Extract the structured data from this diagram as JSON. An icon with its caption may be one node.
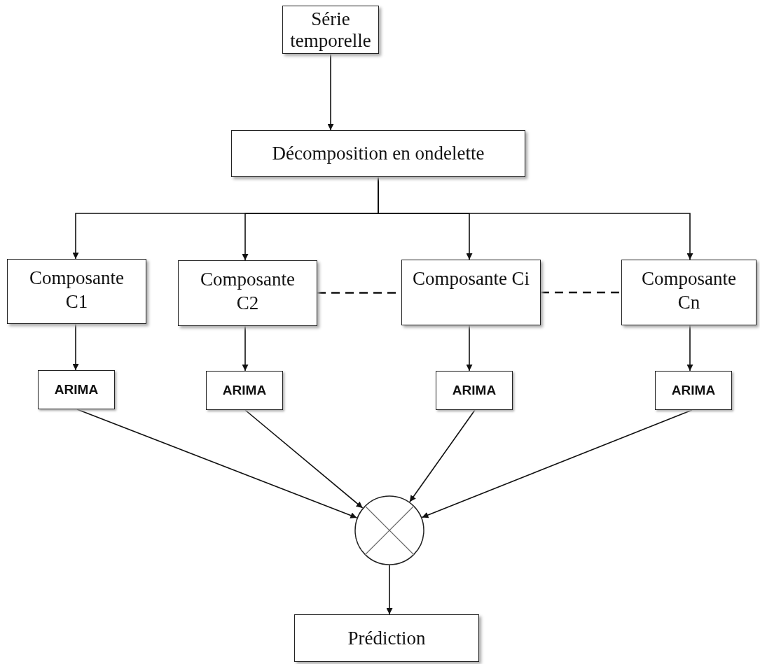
{
  "diagram": {
    "nodes": [
      {
        "text": [
          "Série temporelle"
        ]
      },
      {
        "text": [
          "Décomposition en ondelette"
        ]
      },
      {
        "text": [
          "Composante C1"
        ]
      },
      {
        "text": [
          "Composante C2"
        ]
      },
      {
        "text": [
          "Composante Ci"
        ]
      },
      {
        "text": [
          "Composante Cn"
        ]
      },
      {
        "text": [
          "ARIMA"
        ]
      },
      {
        "text": [
          "ARIMA"
        ]
      },
      {
        "text": [
          "ARIMA"
        ]
      },
      {
        "text": [
          "ARIMA"
        ]
      },
      {
        "text": [],
        "shape": "circle"
      },
      {
        "text": [
          "Prédiction"
        ]
      }
    ],
    "edges": [
      {
        "from": 0,
        "to": 1,
        "arrow": "to"
      },
      {
        "from": 1,
        "to": 2,
        "arrow": "to"
      },
      {
        "from": 1,
        "to": 3,
        "arrow": "to"
      },
      {
        "from": 1,
        "to": 4,
        "arrow": "to"
      },
      {
        "from": 1,
        "to": 5,
        "arrow": "to"
      },
      {
        "from": 3,
        "to": 4,
        "arrow": "none",
        "style": "dashed"
      },
      {
        "from": 4,
        "to": 5,
        "arrow": "none",
        "style": "dashed"
      },
      {
        "from": 2,
        "to": 6,
        "arrow": "to"
      },
      {
        "from": 3,
        "to": 7,
        "arrow": "to"
      },
      {
        "from": 4,
        "to": 8,
        "arrow": "to"
      },
      {
        "from": 5,
        "to": 9,
        "arrow": "to"
      },
      {
        "from": 6,
        "to": 10,
        "arrow": "to"
      },
      {
        "from": 7,
        "to": 10,
        "arrow": "to"
      },
      {
        "from": 8,
        "to": 10,
        "arrow": "to"
      },
      {
        "from": 9,
        "to": 10,
        "arrow": "to"
      },
      {
        "from": 10,
        "to": 11,
        "arrow": "to"
      }
    ]
  }
}
